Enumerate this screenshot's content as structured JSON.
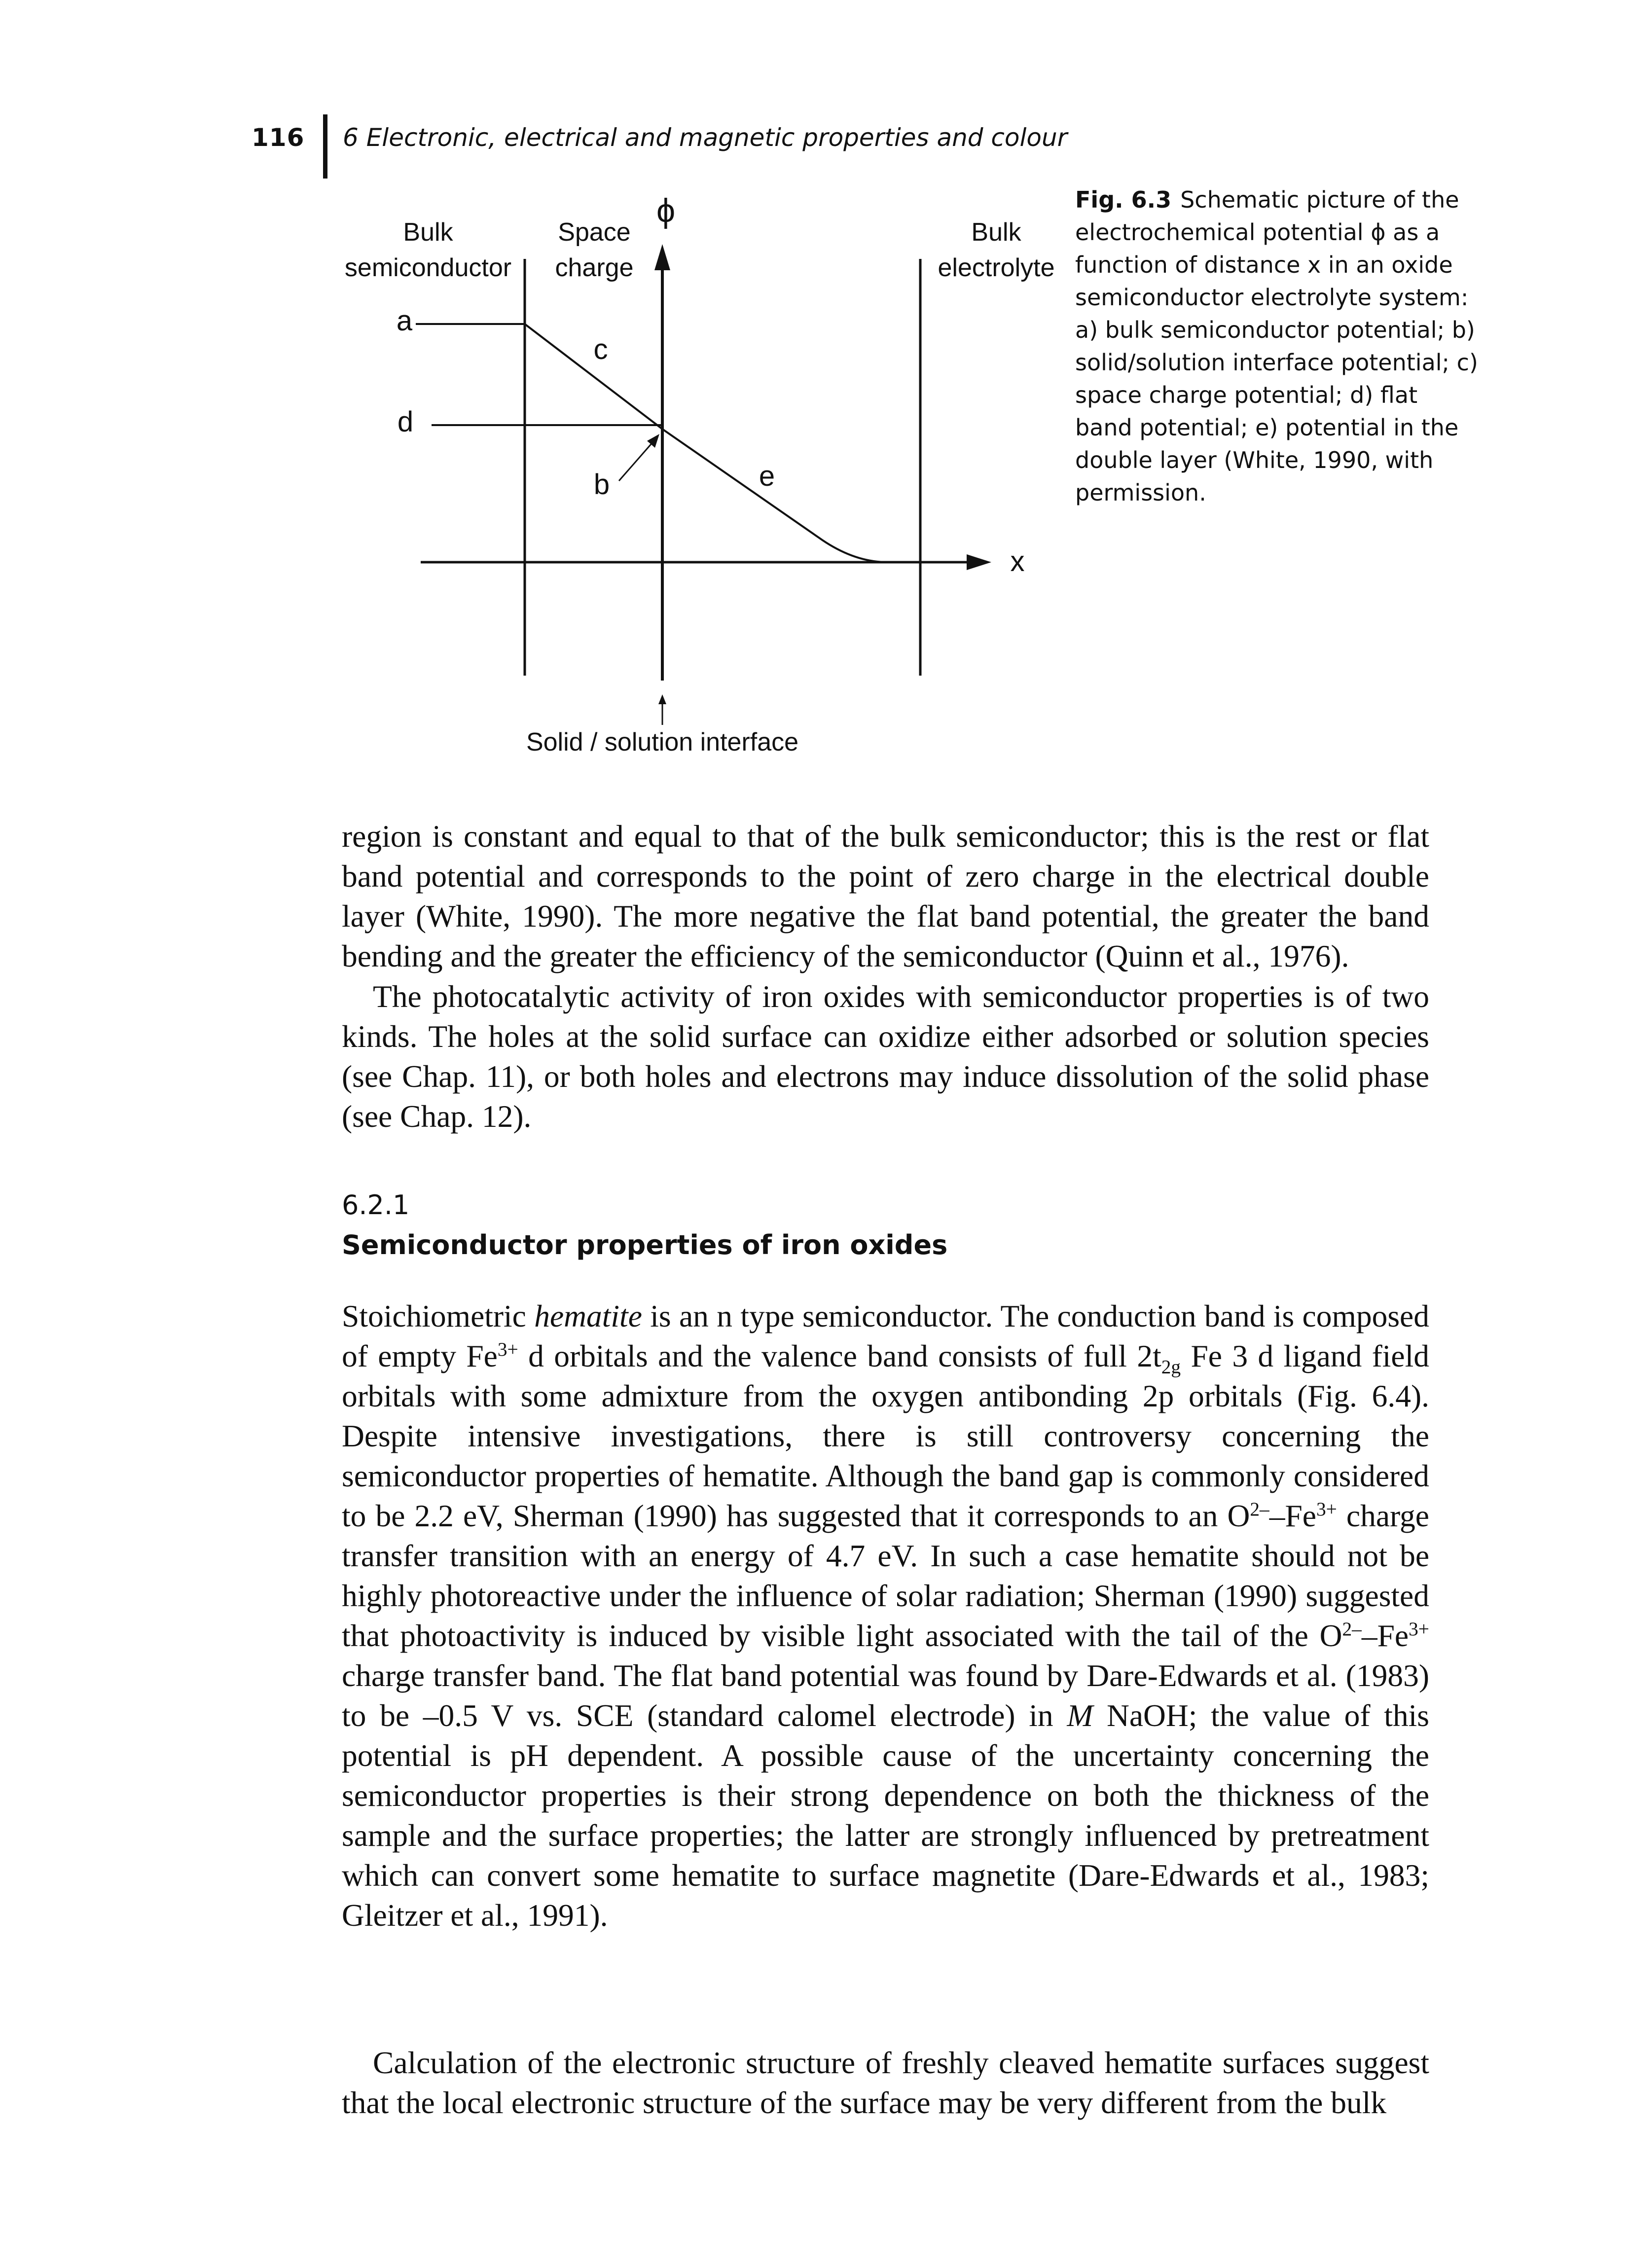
{
  "header": {
    "page_number": "116",
    "chapter_title": "6 Electronic, electrical and magnetic properties and colour"
  },
  "figure": {
    "labels": {
      "bulk_semiconductor_1": "Bulk",
      "bulk_semiconductor_2": "semiconductor",
      "space_charge_1": "Space",
      "space_charge_2": "charge",
      "phi": "ϕ",
      "bulk_electrolyte_1": "Bulk",
      "bulk_electrolyte_2": "electrolyte",
      "a": "a",
      "b": "b",
      "c": "c",
      "d": "d",
      "e": "e",
      "x": "x",
      "interface": "Solid / solution interface"
    },
    "caption_number": "Fig. 6.3",
    "caption_text": "Schematic picture of the electrochemical potential ϕ as a function of distance x in an oxide semiconductor electrolyte system: a) bulk semiconductor potential; b) solid/solution interface potential; c) space charge potential; d) flat band potential; e) potential in the double layer (White, 1990, with permission."
  },
  "body": {
    "para1": "region is constant and equal to that of the bulk semiconductor; this is the rest or flat band potential and corresponds to the point of zero charge in the electrical double layer (White, 1990). The more negative the flat band potential, the greater the band bending and the greater the efficiency of the semiconductor (Quinn et al., 1976).",
    "para2": "The photocatalytic activity of iron oxides with semiconductor properties is of two kinds. The holes at the solid surface can oxidize either adsorbed or solution species (see Chap. 11), or both holes and electrons may induce dissolution of the solid phase (see Chap. 12).",
    "section_number": "6.2.1",
    "section_title": "Semiconductor properties of iron oxides",
    "para3": {
      "s1": "Stoichiometric ",
      "s2": "hematite",
      "s3": " is an n type semiconductor. The conduction band is composed of empty Fe",
      "s4": "3+",
      "s5": " d orbitals and the valence band consists of full 2t",
      "s6": "2g",
      "s7": " Fe 3 d ligand field orbitals with some admixture from the oxygen antibonding 2p orbitals (Fig. 6.4). Despite intensive investigations, there is still controversy concerning the semiconductor properties of hematite. Although the band gap is commonly considered to be 2.2 eV, Sherman (1990) has suggested that it corresponds to an O",
      "s8": "2–",
      "s9": "–Fe",
      "s10": "3+",
      "s11": " charge transfer transition with an energy of 4.7 eV. In such a case hematite should not be highly photoreactive under the influence of solar radiation; Sherman (1990) suggested that photoactivity is induced by visible light associated with the tail of the O",
      "s12": "2–",
      "s13": "–Fe",
      "s14": "3+",
      "s15": " charge transfer band. The flat band potential was found by Dare-Edwards et al. (1983) to be –0.5 V vs. SCE (standard calomel electrode) in ",
      "s16": "M",
      "s17": " NaOH; the value of this potential is pH dependent. A possible cause of the uncertainty concerning the semiconductor properties is their strong dependence on both the thickness of the sample and the surface properties; the latter are strongly influenced by pretreatment which can convert some hematite to surface magnetite (Dare-Edwards et al., 1983; Gleitzer et al., 1991)."
    },
    "para4": "Calculation of the electronic structure of freshly cleaved hematite surfaces suggest that the local electronic structure of the surface may be very different from the bulk"
  }
}
